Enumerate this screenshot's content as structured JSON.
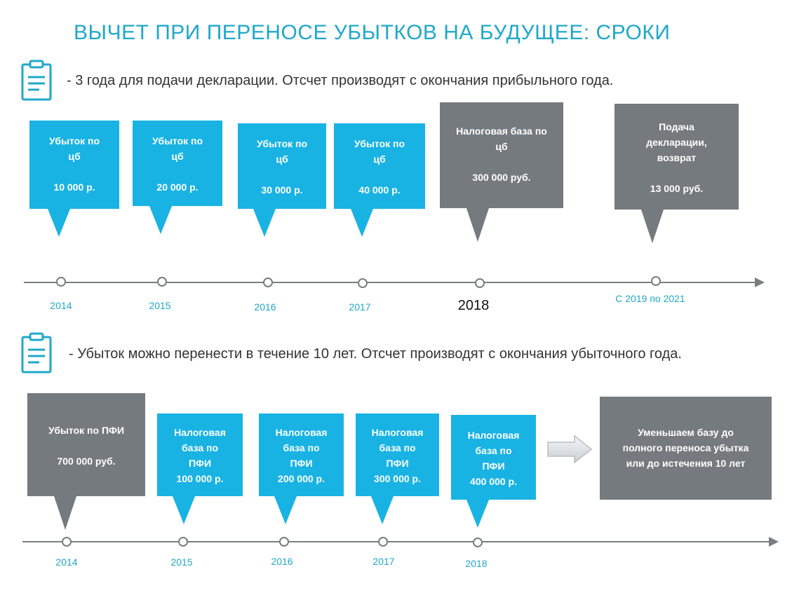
{
  "title": "ВЫЧЕТ ПРИ ПЕРЕНОСЕ УБЫТКОВ НА БУДУЩЕЕ: СРОКИ",
  "colors": {
    "accent": "#1fa8c9",
    "blue_box": "#19b3e3",
    "gray_box": "#757a7f",
    "line": "#7a7d80"
  },
  "section1": {
    "note_icon": "clipboard-icon",
    "note": "- 3 года для подачи декларации. Отсчет производят с окончания прибыльного года.",
    "boxes": [
      {
        "l1": "Убыток по",
        "l2": "цб",
        "value": "10 000 р."
      },
      {
        "l1": "Убыток по",
        "l2": "цб",
        "value": "20 000 р."
      },
      {
        "l1": "Убыток по",
        "l2": "цб",
        "value": "30 000 р."
      },
      {
        "l1": "Убыток по",
        "l2": "цб",
        "value": "40 000 р."
      },
      {
        "l1": "Налоговая база по",
        "l2": "цб",
        "value": "300 000 руб."
      },
      {
        "l1": "Подача",
        "l2": "декларации,",
        "l3": "возврат",
        "value": "13 000 руб."
      }
    ],
    "years": [
      "2014",
      "2015",
      "2016",
      "2017",
      "2018",
      "С 2019 по 2021"
    ]
  },
  "section2": {
    "note_icon": "clipboard-icon",
    "note": "- Убыток можно перенести в течение 10 лет. Отсчет производят с окончания убыточного года.",
    "boxes": [
      {
        "l1": "Убыток по ПФИ",
        "value": "700 000 руб."
      },
      {
        "l1": "Налоговая",
        "l2": "база по",
        "l3": "ПФИ",
        "value": "100 000 р."
      },
      {
        "l1": "Налоговая",
        "l2": "база по",
        "l3": "ПФИ",
        "value": "200 000 р."
      },
      {
        "l1": "Налоговая",
        "l2": "база по",
        "l3": "ПФИ",
        "value": "300 000 р."
      },
      {
        "l1": "Налоговая",
        "l2": "база по",
        "l3": "ПФИ",
        "value": "400 000 р."
      }
    ],
    "arrow_icon": "right-arrow-icon",
    "summary": {
      "l1": "Уменьшаем базу до",
      "l2": "полного переноса убытка",
      "l3": "или до истечения 10 лет"
    },
    "years": [
      "2014",
      "2015",
      "2016",
      "2017",
      "2018"
    ]
  }
}
